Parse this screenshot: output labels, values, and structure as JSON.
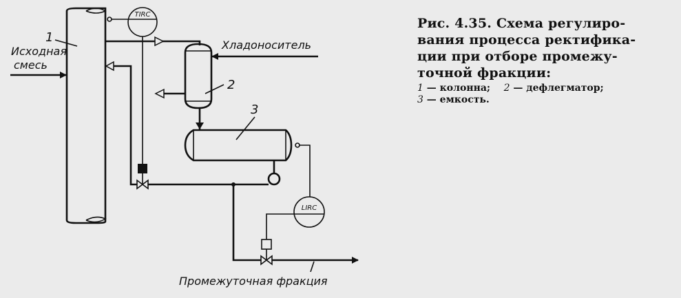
{
  "diagram": {
    "labels": {
      "column_number": "1",
      "condenser_number": "2",
      "tank_number": "3",
      "feed_line1": "Исходная",
      "feed_line2": "смесь",
      "coolant": "Хладоноситель",
      "product": "Промежуточная фракция",
      "temp_controller": "TIRC",
      "level_controller": "LIRC"
    }
  },
  "caption": {
    "title_lines": [
      "Рис. 4.35. Схема регулиро-",
      "вания процесса ректифика-",
      "ции при отборе промежу-",
      "точной фракции:"
    ],
    "legend": [
      {
        "num": "1",
        "text": "— колонна;"
      },
      {
        "num": "2",
        "text": "— дефлегматор;"
      },
      {
        "num": "3",
        "text": "— емкость."
      }
    ]
  }
}
